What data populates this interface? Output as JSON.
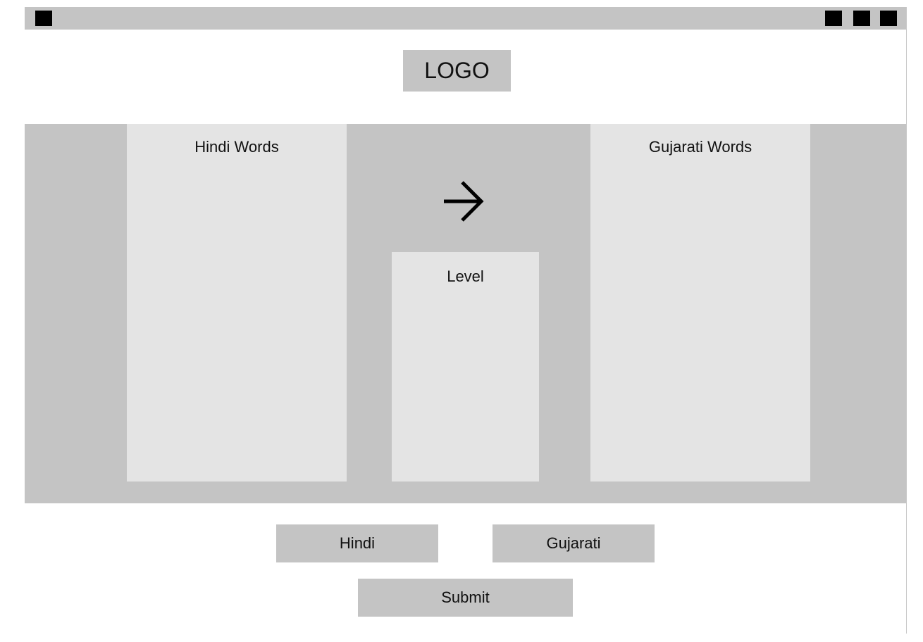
{
  "titlebar": {
    "left_icon": "app-icon",
    "controls": [
      "minimize-icon",
      "maximize-icon",
      "close-icon"
    ]
  },
  "header": {
    "logo_text": "LOGO"
  },
  "panels": {
    "hindi_title": "Hindi Words",
    "gujarati_title": "Gujarati Words",
    "level_title": "Level"
  },
  "arrow_icon": "arrow-right-icon",
  "buttons": {
    "hindi_label": "Hindi",
    "gujarati_label": "Gujarati",
    "submit_label": "Submit"
  },
  "colors": {
    "chrome_gray": "#c4c4c4",
    "panel_gray": "#e4e4e4",
    "icon_black": "#000000"
  }
}
